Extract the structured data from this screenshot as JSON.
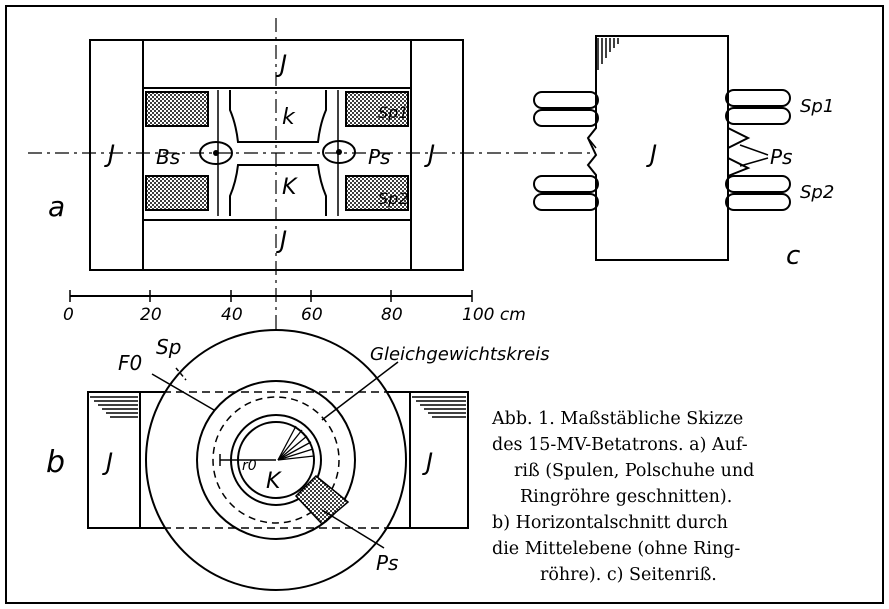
{
  "labels": {
    "a": "a",
    "b": "b",
    "c": "c",
    "J": "J",
    "K": "K",
    "k": "k",
    "Bs": "Bs",
    "Ps": "Ps",
    "Sp1": "Sp1",
    "Sp2": "Sp2",
    "Sp": "Sp",
    "F0": "F0",
    "r0": "r0",
    "gleich": "Gleichgewichtskreis"
  },
  "scale": {
    "ticks": [
      "0",
      "20",
      "40",
      "60",
      "80",
      "100 cm"
    ]
  },
  "caption": {
    "lines": [
      "Abb. 1. Maßstäbliche Skizze",
      "des 15-MV-Betatrons. a) Auf-",
      "riß (Spulen, Polschuhe und",
      "Ringröhre geschnitten).",
      "b) Horizontalschnitt durch",
      "die Mittelebene (ohne Ring-",
      "röhre). c) Seitenriß."
    ]
  }
}
